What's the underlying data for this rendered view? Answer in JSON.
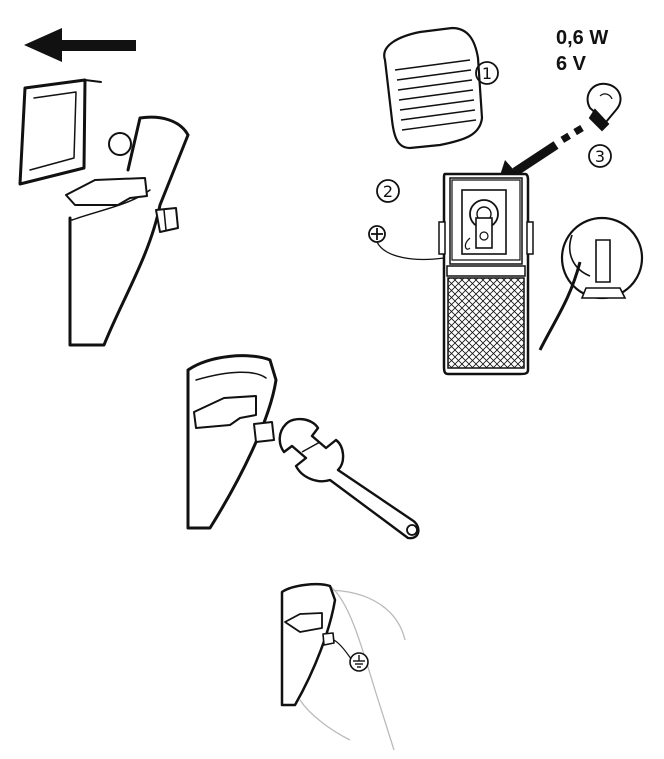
{
  "spec": {
    "power": "0,6 W",
    "voltage": "6 V"
  },
  "steps": [
    {
      "number": "①"
    },
    {
      "number": "②"
    },
    {
      "number": "③"
    }
  ],
  "symbols": {
    "plus": "⊕",
    "ground": "⏚"
  },
  "icons": [
    "arrow-left-icon",
    "lens-cover-icon",
    "bulb-icon",
    "wrench-icon",
    "ground-icon"
  ]
}
